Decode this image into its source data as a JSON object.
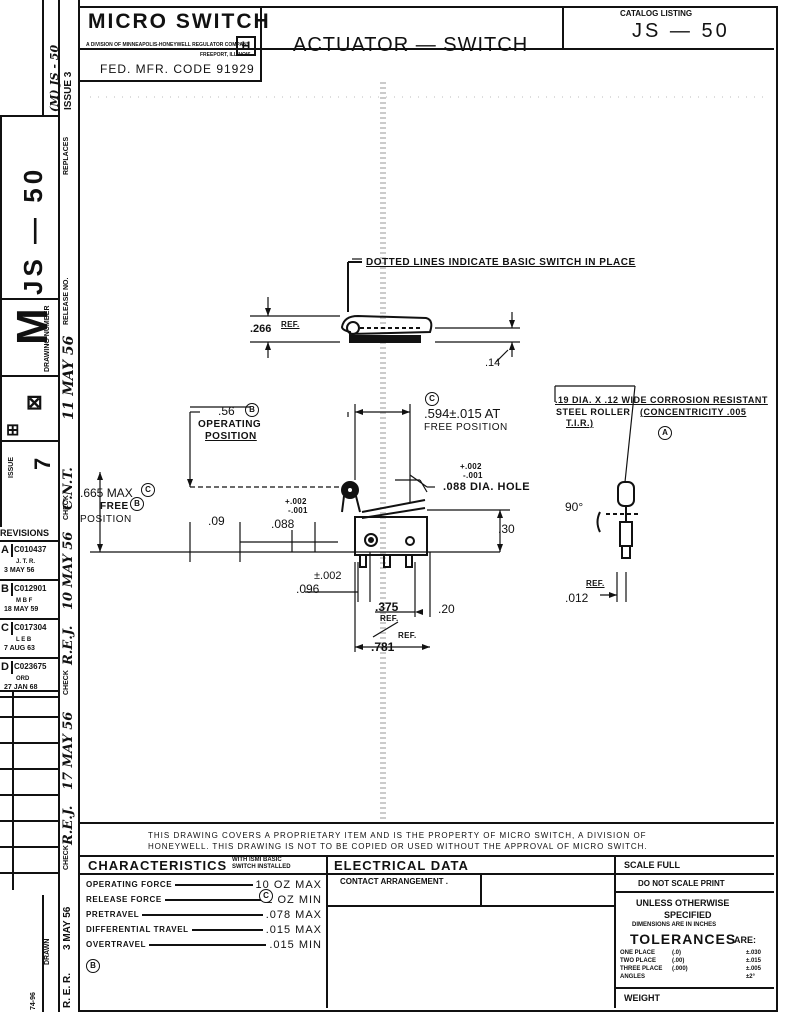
{
  "title_block": {
    "company": "MICRO SWITCH",
    "division": "A DIVISION OF MINNEAPOLIS-HONEYWELL REGULATOR COMPANY",
    "location": "FREEPORT, ILLINOIS",
    "logo_letter": "H",
    "fed_code": "FED. MFR. CODE 91929",
    "drawing_title": "ACTUATOR — SWITCH",
    "catalog_label": "CATALOG LISTING",
    "catalog_number": "JS — 50"
  },
  "left_strip": {
    "mm_js": "(M) JS - 50",
    "issue_small": "ISSUE 3",
    "replaces": "REPLACES",
    "drawing_number": "JS — 50",
    "drawing_prefix": "M",
    "release_no": "RELEASE NO.",
    "drawing_number_label": "DRAWING NUMBER",
    "release_date": "11 MAY 56",
    "issue_label": "ISSUE",
    "issue_number": "7",
    "check_label": "CHECK",
    "checker": "C.N.T.",
    "check_date": "10 MAY 56",
    "checker2": "R.E.J.",
    "drawn_label": "DRAWN",
    "drawn_by": "R. E. R.",
    "drawn_date": "3 MAY 56",
    "drawn_date2": "17 MAY 56",
    "form_no": "74-96"
  },
  "revisions": {
    "header": "REVISIONS",
    "items": [
      {
        "letter": "A",
        "code": "C010437",
        "note": "J. T. R.",
        "date": "3 MAY 56"
      },
      {
        "letter": "B",
        "code": "C012901",
        "note": "M B F",
        "date": "18 MAY 59"
      },
      {
        "letter": "C",
        "code": "C017304",
        "note": "L E B",
        "date": "7 AUG 63"
      },
      {
        "letter": "D",
        "code": "C023675",
        "note": "ORD",
        "date": "27 JAN 68"
      }
    ]
  },
  "drawing": {
    "note_dotted": "DOTTED LINES INDICATE BASIC SWITCH IN PLACE",
    "dim_266": ".266",
    "ref": "REF.",
    "dim_14": ".14",
    "dim_56": ".56",
    "circle_b": "B",
    "operating_position": "OPERATING",
    "position": "POSITION",
    "circle_c": "C",
    "dim_594": ".594±.015 AT",
    "free_position": "FREE POSITION",
    "roller_note_1": ".19 DIA. X .12 WIDE CORROSION RESISTANT",
    "roller_note_2": "STEEL ROLLER",
    "roller_note_3": "(CONCENTRICITY .005",
    "roller_note_4": "T.I.R.)",
    "circle_a": "A",
    "dim_665": ".665 MAX",
    "free": "FREE",
    "position_b": "POSITION",
    "tol_002a": "+.002",
    "tol_001a": "-.001",
    "tol_002b": "+.002",
    "tol_001b": "-.001",
    "hole": ".088 DIA. HOLE",
    "dim_09": ".09",
    "dim_088": ".088",
    "dim_30": ".30",
    "angle_90": "90°",
    "dim_pm002": "±.002",
    "dim_096": ".096",
    "dim_375": ".375",
    "dim_20": ".20",
    "dim_781": ".781",
    "dim_012": ".012",
    "ref2": "REF."
  },
  "proprietary_note_1": "THIS DRAWING COVERS A PROPRIETARY ITEM AND IS THE PROPERTY OF MICRO SWITCH, A DIVISION OF",
  "proprietary_note_2": "HONEYWELL. THIS DRAWING IS NOT TO BE COPIED OR USED WITHOUT THE APPROVAL OF MICRO SWITCH.",
  "characteristics": {
    "title": "CHARACTERISTICS",
    "subtitle_1": "WITH ISMI BASIC",
    "subtitle_2": "SWITCH INSTALLED",
    "rows": [
      {
        "label": "OPERATING FORCE",
        "value": "10 OZ MAX"
      },
      {
        "label": "RELEASE FORCE",
        "value": "2 OZ MIN"
      },
      {
        "label": "PRETRAVEL",
        "value": ".078 MAX"
      },
      {
        "label": "DIFFERENTIAL TRAVEL",
        "value": ".015 MAX"
      },
      {
        "label": "OVERTRAVEL",
        "value": ".015 MIN"
      }
    ],
    "mark_c": "C",
    "mark_b": "B"
  },
  "electrical": {
    "title": "ELECTRICAL DATA",
    "contact": "CONTACT ARRANGEMENT ."
  },
  "scale_block": {
    "scale": "SCALE FULL",
    "do_not_scale": "DO NOT SCALE PRINT",
    "unless_1": "UNLESS OTHERWISE",
    "unless_2": "SPECIFIED",
    "dims_inches": "DIMENSIONS ARE IN INCHES",
    "tolerances": "TOLERANCES",
    "are": "ARE:",
    "tol_rows": [
      {
        "label": "ONE PLACE",
        "fmt": "(.0)",
        "val": "±.030"
      },
      {
        "label": "TWO PLACE",
        "fmt": "(.00)",
        "val": "±.015"
      },
      {
        "label": "THREE PLACE",
        "fmt": "(.000)",
        "val": "±.005"
      },
      {
        "label": "ANGLES",
        "fmt": "",
        "val": "±2°"
      }
    ],
    "weight": "WEIGHT"
  }
}
